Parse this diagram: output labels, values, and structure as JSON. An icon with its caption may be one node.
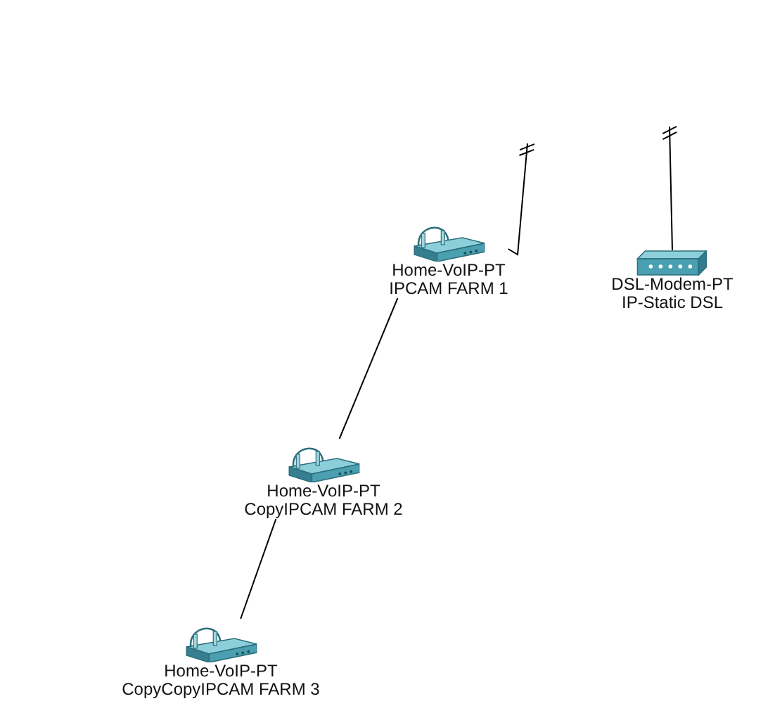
{
  "diagram": {
    "nodes": [
      {
        "text": [
          "Home-VoIP-PT",
          "IPCAM FARM 1"
        ]
      },
      {
        "text": [
          "DSL-Modem-PT",
          "IP-Static DSL"
        ]
      },
      {
        "text": [
          "Home-VoIP-PT",
          "CopyIPCAM FARM 2"
        ]
      },
      {
        "text": [
          "Home-VoIP-PT",
          "CopyCopyIPCAM FARM 3"
        ]
      }
    ],
    "edges": [
      {
        "from": 0,
        "to": null,
        "arrow": "other"
      },
      {
        "from": 1,
        "to": null,
        "arrow": "other"
      },
      {
        "from": 0,
        "to": 2,
        "arrow": "none"
      },
      {
        "from": 2,
        "to": 3,
        "arrow": "none"
      }
    ]
  }
}
